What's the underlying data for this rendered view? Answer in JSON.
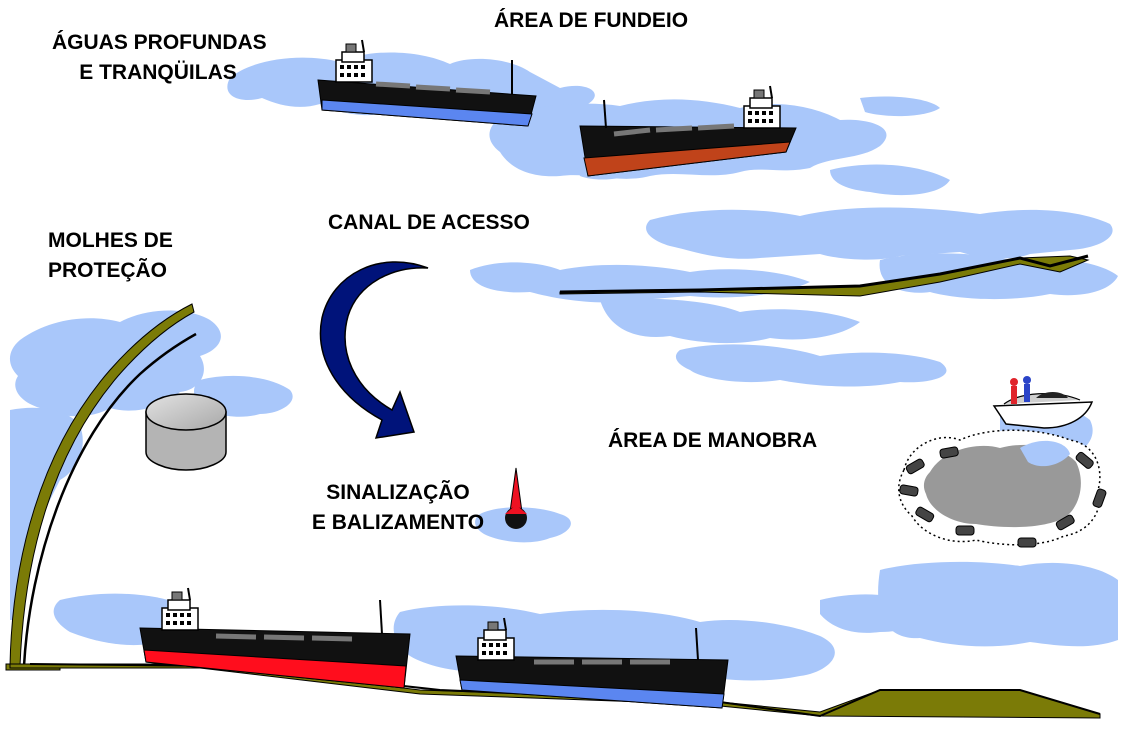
{
  "labels": {
    "deep_water": [
      "ÁGUAS PROFUNDAS",
      "E TRANQÜILAS"
    ],
    "anchorage": "ÁREA DE FUNDEIO",
    "breakwaters": [
      "MOLHES DE",
      "PROTEÇÃO"
    ],
    "access_channel": "CANAL DE ACESSO",
    "maneuver_area": "ÁREA DE MANOBRA",
    "signaling": [
      "SINALIZAÇÃO",
      "E BALIZAMENTO"
    ]
  },
  "colors": {
    "water": "#a9c7fa",
    "land": "#7b7b07",
    "arrow": "#00137a",
    "hull_blue": "#5b86f0",
    "hull_brown": "#c0431a",
    "hull_red": "#ff0d1d",
    "ship_dark": "#111111",
    "buoy_red": "#ee1122",
    "dock_gray": "#999999",
    "tank_gray": "#c8c8c8"
  },
  "icons": [
    "ship-icon",
    "buoy-icon",
    "storage-tank-icon",
    "motorboat-icon",
    "fender-icon",
    "curved-arrow-icon"
  ]
}
